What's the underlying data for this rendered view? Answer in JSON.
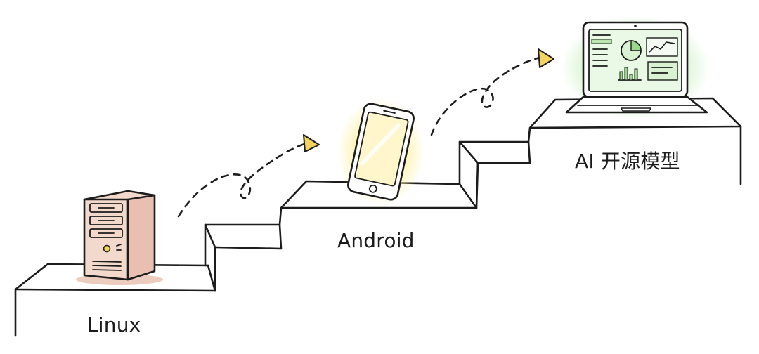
{
  "stages": [
    {
      "label": "Linux",
      "icon": "server-tower-icon"
    },
    {
      "label": "Android",
      "icon": "smartphone-icon"
    },
    {
      "label": "AI 开源模型",
      "icon": "laptop-dashboard-icon"
    }
  ],
  "colors": {
    "ink": "#1c1c1c",
    "server_body": "#f3d9cc",
    "server_shadow": "#e8bfb0",
    "phone_glow": "#fff2a8",
    "laptop_glow": "#c9f0c0",
    "laptop_screen": "#eaf8e6",
    "arrow_head": "#f4d35e"
  }
}
